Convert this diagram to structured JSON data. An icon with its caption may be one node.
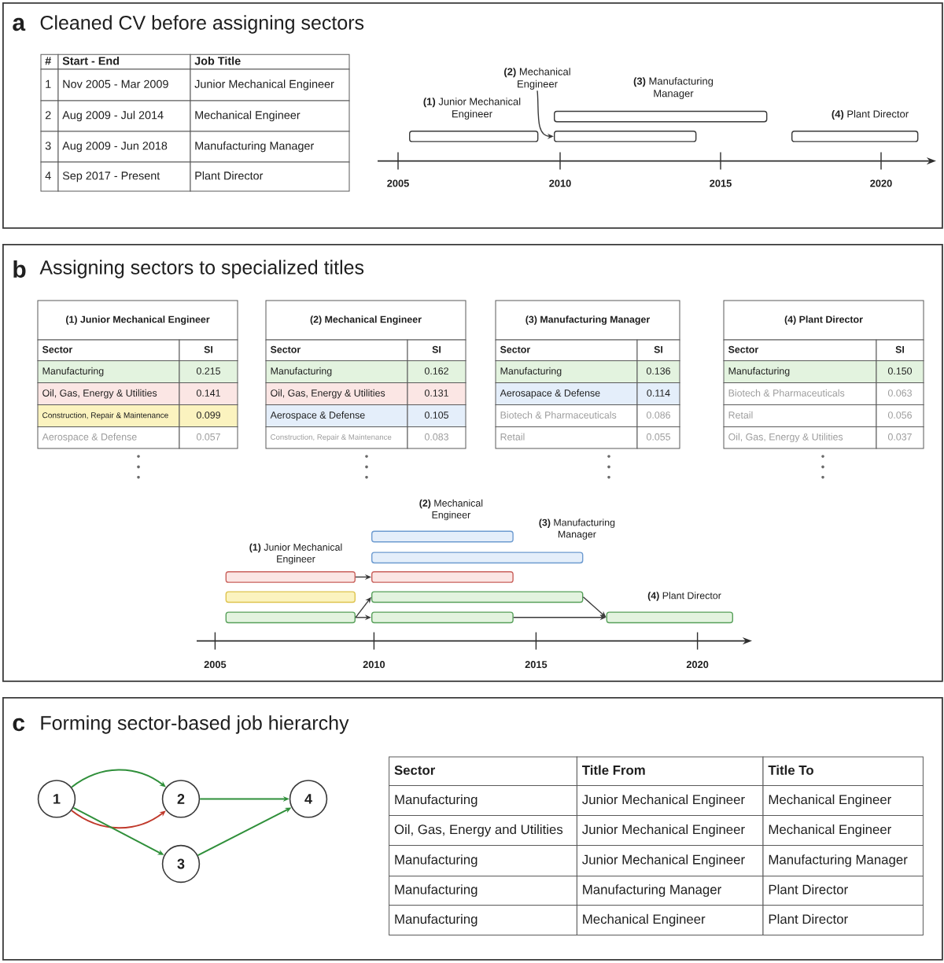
{
  "diagram": {
    "nodes": [
      {
        "text": [
          "a",
          "Cleaned CV before assigning sectors"
        ]
      },
      {
        "text": [
          "**(2)** Mechanical Engineer"
        ],
        "in": 0
      },
      {
        "text": [],
        "shape": "bar",
        "in": 0,
        "beside": [
          "**(1)** Junior Mechanical Engineer"
        ]
      },
      {
        "text": [],
        "shape": "bar",
        "in": 0
      },
      {
        "text": [],
        "shape": "bar",
        "in": 0,
        "beside": [
          "**(3)** Manufacturing Manager"
        ]
      },
      {
        "text": [],
        "shape": "bar",
        "in": 0,
        "beside": [
          "**(4)** Plant Director"
        ]
      },
      {
        "text": [
          "b",
          "Assigning sectors to specialized titles"
        ]
      },
      {
        "text": [],
        "shape": "bar",
        "in": 6,
        "beside": [
          "**(1)** Junior Mechanical Engineer"
        ]
      },
      {
        "text": [],
        "shape": "bar",
        "in": 6
      },
      {
        "text": [],
        "shape": "bar",
        "in": 6
      },
      {
        "text": [],
        "shape": "bar",
        "in": 6,
        "beside": [
          "**(2)** Mechanical Engineer"
        ]
      },
      {
        "text": [],
        "shape": "bar",
        "in": 6,
        "beside": [
          "**(3)** Manufacturing Manager"
        ]
      },
      {
        "text": [],
        "shape": "bar",
        "in": 6
      },
      {
        "text": [],
        "shape": "bar",
        "in": 6
      },
      {
        "text": [],
        "shape": "bar",
        "in": 6
      },
      {
        "text": [],
        "shape": "bar",
        "in": 6,
        "beside": [
          "**(4)** Plant Director"
        ]
      },
      {
        "text": [
          "c",
          "Forming sector-based job hierarchy"
        ]
      },
      {
        "text": [
          "1"
        ],
        "in": 16
      },
      {
        "text": [
          "2"
        ],
        "in": 16
      },
      {
        "text": [
          "3"
        ],
        "in": 16
      },
      {
        "text": [
          "4"
        ],
        "in": 16
      }
    ],
    "edges": [
      {
        "from": 1,
        "to": 3,
        "arrow": "to"
      },
      {
        "from": 7,
        "to": 12,
        "arrow": "to"
      },
      {
        "from": 9,
        "to": 14,
        "arrow": "to"
      },
      {
        "from": 9,
        "to": 13,
        "arrow": "to"
      },
      {
        "from": 13,
        "to": 15,
        "arrow": "to"
      },
      {
        "from": 14,
        "to": 15,
        "arrow": "to"
      },
      {
        "from": 17,
        "to": 18,
        "arrow": "to",
        "color": "#2f8f3a"
      },
      {
        "from": 17,
        "to": 18,
        "arrow": "to",
        "color": "#c0392b"
      },
      {
        "from": 17,
        "to": 19,
        "arrow": "to",
        "color": "#2f8f3a"
      },
      {
        "from": 18,
        "to": 20,
        "arrow": "to",
        "color": "#2f8f3a"
      },
      {
        "from": 19,
        "to": 20,
        "arrow": "to",
        "color": "#2f8f3a"
      }
    ],
    "labels": [
      "#",
      "Start - End",
      "Job Title",
      "1",
      "Nov 2005 - Mar 2009",
      "Junior Mechanical Engineer",
      "2",
      "Aug 2009 - Jul 2014",
      "Mechanical Engineer",
      "3",
      "Aug 2009 - Jun 2018",
      "Manufacturing Manager",
      "4",
      "Sep 2017 - Present",
      "Plant Director",
      "2005",
      "2010",
      "2015",
      "2020",
      "(1) Junior Mechanical Engineer",
      "Sector",
      "SI",
      "Manufacturing",
      "0.215",
      "Oil, Gas, Energy & Utilities",
      "0.141",
      "Construction, Repair & Maintenance",
      "0.099",
      "Aerospace & Defense",
      "0.057",
      "(2) Mechanical Engineer",
      "Sector",
      "SI",
      "Manufacturing",
      "0.162",
      "Oil, Gas, Energy & Utilities",
      "0.131",
      "Aerospace & Defense",
      "0.105",
      "Construction, Repair & Maintenance",
      "0.083",
      "(3) Manufacturing Manager",
      "Sector",
      "SI",
      "Manufacturing",
      "0.136",
      "Aerosapace & Defense",
      "0.114",
      "Biotech & Pharmaceuticals",
      "0.086",
      "Retail",
      "0.055",
      "(4) Plant Director",
      "Sector",
      "SI",
      "Manufacturing",
      "0.150",
      "Biotech & Pharmaceuticals",
      "0.063",
      "Retail",
      "0.056",
      "Oil, Gas, Energy & Utilities",
      "0.037",
      "2005",
      "2010",
      "2015",
      "2020",
      "Sector",
      "Title From",
      "Title To",
      "Manufacturing",
      "Junior Mechanical Engineer",
      "Mechanical Engineer",
      "Oil, Gas, Energy and Utilities",
      "Junior Mechanical Engineer",
      "Mechanical Engineer",
      "Manufacturing",
      "Junior Mechanical Engineer",
      "Manufacturing Manager",
      "Manufacturing",
      "Manufacturing Manager",
      "Plant Director",
      "Manufacturing",
      "Mechanical Engineer",
      "Plant Director"
    ]
  }
}
